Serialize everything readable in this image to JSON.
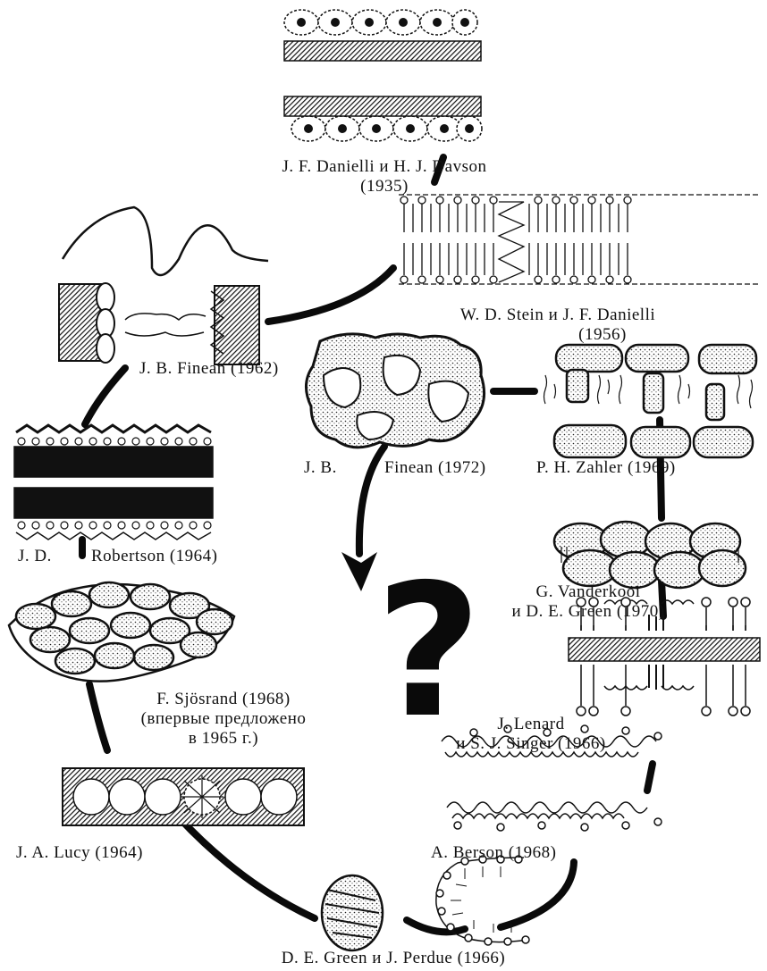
{
  "models": [
    {
      "id": "danielli-davson",
      "authors": "J. F. Danielli и H. J. Davson",
      "year": "(1935)"
    },
    {
      "id": "stein-danielli",
      "authors": "W. D. Stein и J. F. Danielli",
      "year": "(1956)"
    },
    {
      "id": "finean-1962",
      "label": "J. B. Finean (1962)"
    },
    {
      "id": "finean-1972",
      "label_left": "J. B.",
      "label_right": "Finean (1972)"
    },
    {
      "id": "zahler",
      "label": "P. H. Zahler (1969)"
    },
    {
      "id": "robertson",
      "label_left": "J. D.",
      "label_right": "Robertson (1964)"
    },
    {
      "id": "vanderkooi-green",
      "line1": "G. Vanderkooi",
      "line2": "и D. E. Green (1970)"
    },
    {
      "id": "sjostrand",
      "line1": "F. Sjösrand (1968)",
      "line2": "(впервые предложено",
      "line3": "в 1965 г.)"
    },
    {
      "id": "lenard-singer",
      "line1": "J. Lenard",
      "line2": "и S. J. Singer (1966)"
    },
    {
      "id": "lucy",
      "label": "J. A. Lucy (1964)"
    },
    {
      "id": "berson",
      "label": "A. Berson (1968)"
    },
    {
      "id": "green-perdue",
      "label": "D. E. Green и J. Perdue (1966)"
    }
  ],
  "center_symbol": "?"
}
